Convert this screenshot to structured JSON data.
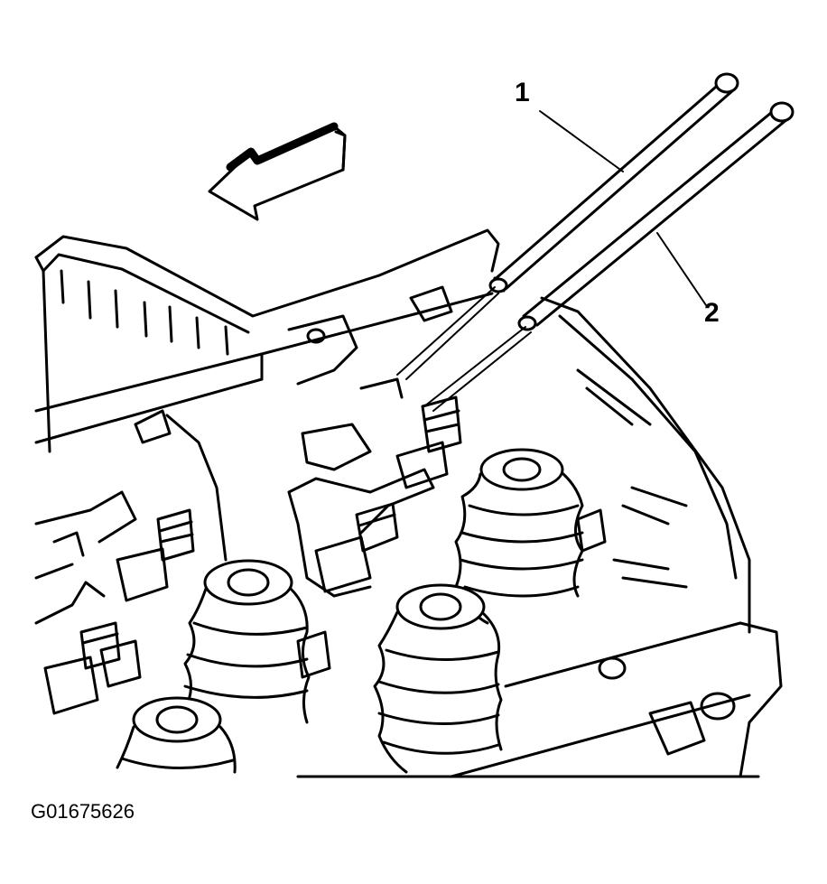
{
  "figure": {
    "callouts": [
      {
        "label": "1"
      },
      {
        "label": "2"
      }
    ],
    "figure_id": "G01675626",
    "line_color": "#000000",
    "background_color": "#ffffff"
  }
}
